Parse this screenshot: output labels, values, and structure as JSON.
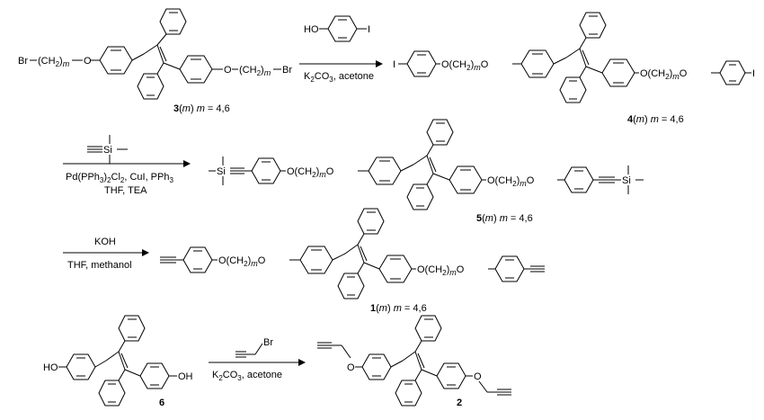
{
  "step1": {
    "sm": {
      "br_left": "Br",
      "chain_left": "(CH",
      "sub2": "2",
      "close": ")",
      "m": "m",
      "o_left": "O",
      "o_right": "O",
      "chain_right": "(CH",
      "br_right": "Br"
    },
    "sm_label": {
      "num": "3",
      "open": "(",
      "m": "m",
      "close": ")",
      "m2": "m",
      "eq": " = 4,6"
    },
    "reagent_top": {
      "ho": "HO",
      "i": "I"
    },
    "reagent_bottom": {
      "k": "K",
      "sub2": "2",
      "co": "CO",
      "sub3": "3",
      "rest": ", acetone"
    },
    "product": {
      "i_left": "I",
      "o_chain_left": "O(CH",
      "sub2": "2",
      "close": ")",
      "m": "m",
      "o": "O",
      "o_chain_right": "O(CH",
      "i_right": "I"
    },
    "product_label": {
      "num": "4",
      "open": "(",
      "m": "m",
      "close": ")",
      "m2": "m",
      "eq": " = 4,6"
    }
  },
  "step2": {
    "reagent_top": {
      "si": "Si"
    },
    "reagent_bottom1": {
      "pd": "Pd(PPh",
      "sub3": "3",
      "mid": ")",
      "sub2": "2",
      "cl": "Cl",
      "sub2b": "2",
      "rest": ", CuI, PPh",
      "sub3b": "3"
    },
    "reagent_bottom2": "THF, TEA",
    "product": {
      "si_left": "Si",
      "o_chain": "O(CH",
      "sub2": "2",
      "close": ")",
      "m": "m",
      "o": "O",
      "si_right": "Si"
    },
    "product_label": {
      "num": "5",
      "open": "(",
      "m": "m",
      "close": ")",
      "m2": "m",
      "eq": " = 4,6"
    }
  },
  "step3": {
    "reagent_top": "KOH",
    "reagent_bottom": "THF, methanol",
    "product": {
      "o_chain": "O(CH",
      "sub2": "2",
      "close": ")",
      "m": "m",
      "o": "O"
    },
    "product_label": {
      "num": "1",
      "open": "(",
      "m": "m",
      "close": ")",
      "m2": "m",
      "eq": " = 4,6"
    }
  },
  "step4": {
    "sm": {
      "ho": "HO",
      "oh": "OH"
    },
    "sm_label": "6",
    "reagent_top": "Br",
    "reagent_bottom": {
      "k": "K",
      "sub2": "2",
      "co": "CO",
      "sub3": "3",
      "rest": ", acetone"
    },
    "product": {
      "o_left": "O",
      "o_right": "O"
    },
    "product_label": "2"
  }
}
